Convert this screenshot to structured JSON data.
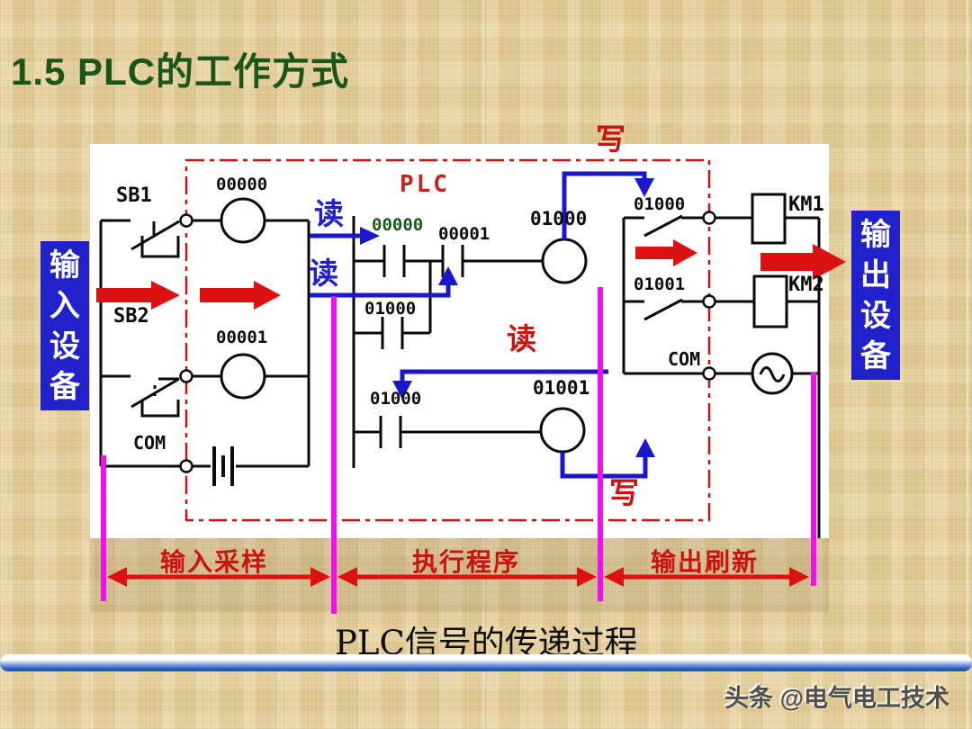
{
  "slide": {
    "title": "1.5 PLC的工作方式",
    "caption": "PLC信号的传递过程",
    "watermark": "头条 @电气电工技术"
  },
  "devices": {
    "input": "输入设备",
    "output": "输出设备"
  },
  "plc": {
    "label": "PLC"
  },
  "annotations": {
    "read": "读",
    "write": "写"
  },
  "addresses": {
    "in0": "00000",
    "in1": "00001",
    "out0": "01000",
    "out1": "01001"
  },
  "components": {
    "sb1": "SB1",
    "sb2": "SB2",
    "km1": "KM1",
    "km2": "KM2",
    "com": "COM"
  },
  "phases": [
    {
      "label": "输入采样"
    },
    {
      "label": "执行程序"
    },
    {
      "label": "输出刷新"
    }
  ],
  "colors": {
    "title_green": "#1a551a",
    "circuit_red": "#dd1111",
    "signal_blue": "#1818cc",
    "device_box_blue": "#2121cc",
    "marker_magenta": "#ee11ee",
    "address_green": "#1a5a1a"
  }
}
